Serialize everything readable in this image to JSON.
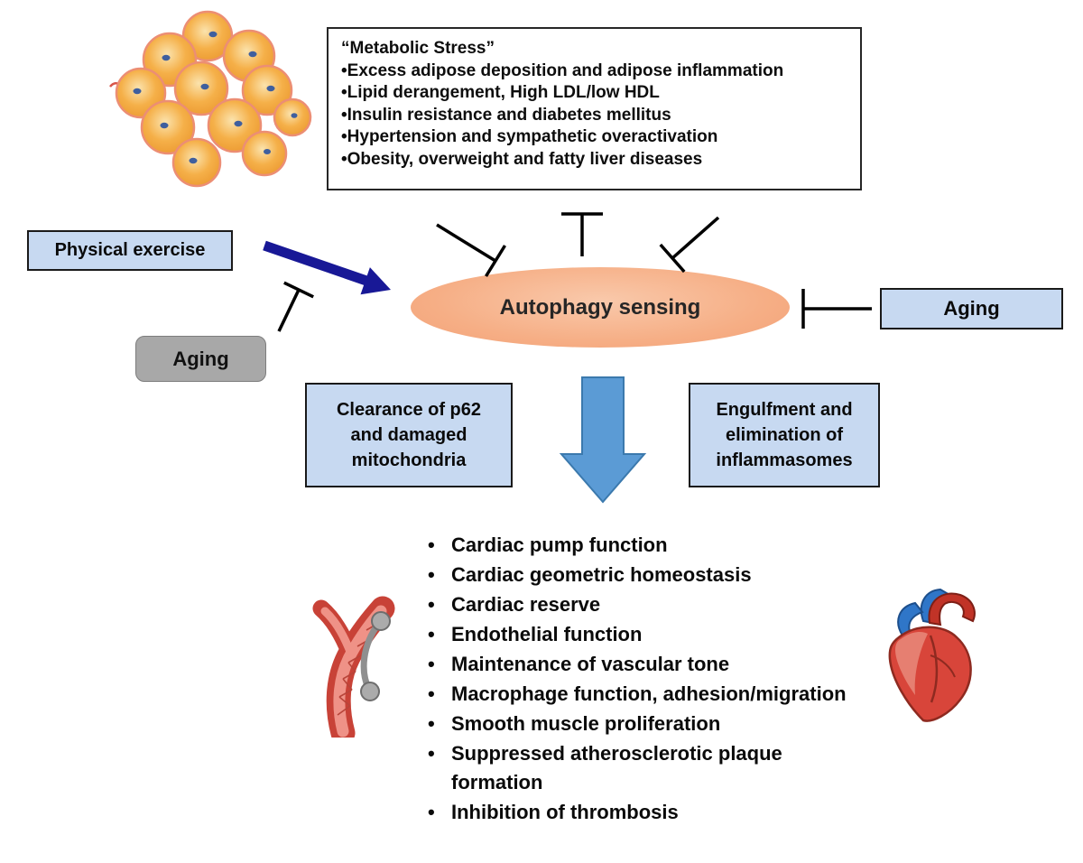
{
  "figure": {
    "type": "pathway-diagram",
    "background": "#ffffff"
  },
  "stress_box": {
    "title": "“Metabolic Stress”",
    "items": [
      "•Excess adipose deposition and adipose inflammation",
      "•Lipid derangement, High LDL/low HDL",
      "•Insulin resistance and diabetes mellitus",
      "•Hypertension and sympathetic overactivation",
      "•Obesity, overweight and fatty liver diseases"
    ]
  },
  "labels": {
    "physical_exercise": "Physical exercise",
    "aging_left": "Aging",
    "aging_right": "Aging",
    "autophagy": "Autophagy sensing",
    "clearance": "Clearance of p62 and damaged mitochondria",
    "engulfment": "Engulfment and elimination of inflammasomes"
  },
  "outcomes": [
    "Cardiac pump function",
    "Cardiac geometric homeostasis",
    "Cardiac reserve",
    "Endothelial function",
    "Maintenance of vascular tone",
    "Macrophage function, adhesion/migration",
    "Smooth muscle proliferation",
    "Suppressed atherosclerotic plaque formation",
    "Inhibition of thrombosis"
  ],
  "icons": {
    "top_left": "adipocyte-fat-cell-cluster",
    "bottom_left": "blood-vessel-with-clamp",
    "bottom_right": "anatomical-heart"
  },
  "connectors": {
    "exercise_arrow": "activation-arrow",
    "aging_left_inhibitor": "inhibition-t-bar",
    "aging_right_inhibitor": "inhibition-t-bar",
    "stress_inhibitors": "three-inhibition-t-bars",
    "downstream_arrow": "block-arrow-down"
  },
  "colors": {
    "box_blue": "#c7d9f1",
    "ellipse_peach": "#f6ae85",
    "aging_gray": "#a8a8a8",
    "arrow_navy": "#181896",
    "block_arrow_blue": "#5b9bd5",
    "inhibitor_black": "#000000",
    "vessel_red": "#c84237",
    "cell_orange": "#f5b049"
  }
}
